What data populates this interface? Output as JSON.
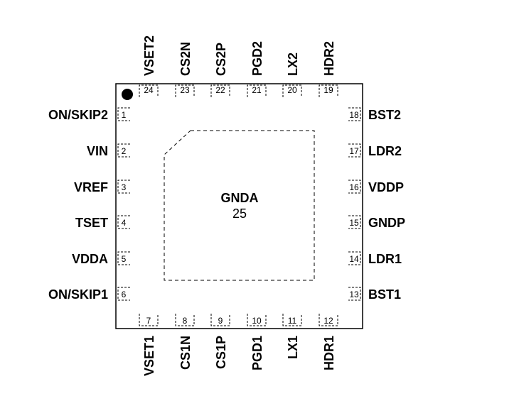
{
  "package": {
    "exposed_pad": {
      "name": "GNDA",
      "number": "25"
    },
    "pins_left": [
      {
        "num": "1",
        "name": "ON/SKIP2"
      },
      {
        "num": "2",
        "name": "VIN"
      },
      {
        "num": "3",
        "name": "VREF"
      },
      {
        "num": "4",
        "name": "TSET"
      },
      {
        "num": "5",
        "name": "VDDA"
      },
      {
        "num": "6",
        "name": "ON/SKIP1"
      }
    ],
    "pins_bottom": [
      {
        "num": "7",
        "name": "VSET1"
      },
      {
        "num": "8",
        "name": "CS1N"
      },
      {
        "num": "9",
        "name": "CS1P"
      },
      {
        "num": "10",
        "name": "PGD1"
      },
      {
        "num": "11",
        "name": "LX1"
      },
      {
        "num": "12",
        "name": "HDR1"
      }
    ],
    "pins_right": [
      {
        "num": "13",
        "name": "BST1"
      },
      {
        "num": "14",
        "name": "LDR1"
      },
      {
        "num": "15",
        "name": "GNDP"
      },
      {
        "num": "16",
        "name": "VDDP"
      },
      {
        "num": "17",
        "name": "LDR2"
      },
      {
        "num": "18",
        "name": "BST2"
      }
    ],
    "pins_top": [
      {
        "num": "19",
        "name": "HDR2"
      },
      {
        "num": "20",
        "name": "LX2"
      },
      {
        "num": "21",
        "name": "PGD2"
      },
      {
        "num": "22",
        "name": "CS2P"
      },
      {
        "num": "23",
        "name": "CS2N"
      },
      {
        "num": "24",
        "name": "VSET2"
      }
    ]
  }
}
